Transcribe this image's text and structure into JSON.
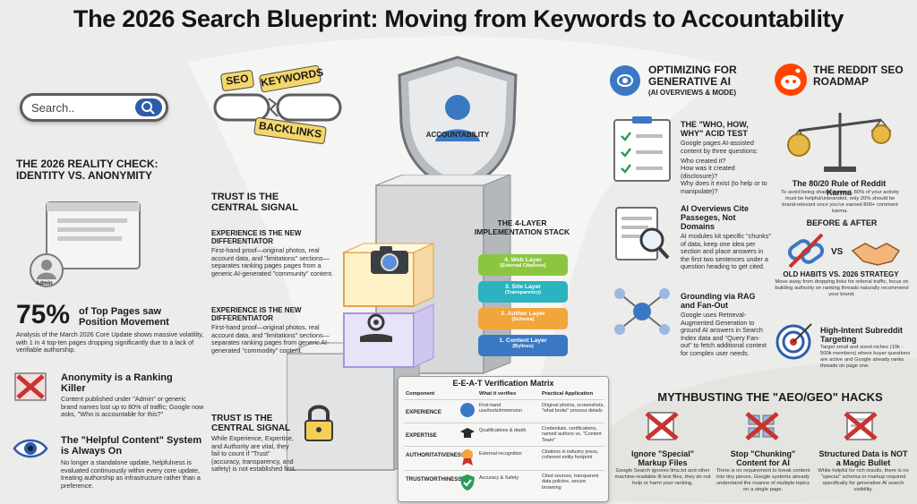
{
  "title": "The 2026 Search Blueprint: Moving from Keywords to Accountability",
  "search": {
    "placeholder": "Search.."
  },
  "tags": {
    "seo": "SEO",
    "keywords": "KEYWORDS",
    "backlinks": "BACKLINKS"
  },
  "shield": {
    "label": "ACCOUNTABILITY"
  },
  "reality": {
    "heading": "THE 2026 REALITY CHECK: IDENTITY VS. ANONYMITY",
    "admin": "Admin"
  },
  "stat": {
    "percent": "75%",
    "label": "of Top Pages saw Position Movement",
    "body": "Analysis of the March 2026 Core Update shows massive volatility, with 1 in 4 top-ten pages dropping significantly due to a lack of verifiable authorship."
  },
  "anonymity": {
    "heading": "Anonymity is a Ranking Killer",
    "body": "Content published under \"Admin\" or generic brand names lost up to 80% of traffic; Google now asks, \"Who is accountable for this?\""
  },
  "helpful": {
    "heading": "The \"Helpful Content\" System is Always On",
    "body": "No longer a standalone update, helpfulness is evaluated continuously within every core update, treating authorship as infrastructure rather than a preference."
  },
  "trust_top": {
    "heading": "TRUST IS THE CENTRAL SIGNAL"
  },
  "exp1": {
    "heading": "EXPERIENCE IS THE NEW DIFFERENTIATOR",
    "body": "First-hand proof—original photos, real account data, and \"limitations\" sections—separates ranking pages pages from a generic AI-generated \"community\" content."
  },
  "exp2": {
    "heading": "EXPERIENCE IS THE NEW DIFFERENTIATOR",
    "body": "First-hand proof—original photos, real account data, and \"limitations\" sections—separates ranking pages from generic AI-generated \"commodity\" content."
  },
  "trust_bottom": {
    "heading": "TRUST IS THE CENTRAL SIGNAL",
    "body": "While Experience, Expertise, and Authority are vital, they fail to count if \"Trust\" (accuracy, transparency, and safety) is not established first."
  },
  "stack": {
    "heading": "THE 4-LAYER IMPLEMENTATION STACK",
    "layers": [
      {
        "name": "4. Web Layer",
        "sub": "(External Citations)"
      },
      {
        "name": "3. Site Layer",
        "sub": "(Transparency)"
      },
      {
        "name": "2. Author Layer",
        "sub": "(Schema)"
      },
      {
        "name": "1. Content Layer",
        "sub": "(Bylines)"
      }
    ]
  },
  "matrix": {
    "heading": "E-E-A-T Verification Matrix",
    "columns": [
      "Component",
      "What it verifies",
      "Practical Application"
    ],
    "rows": [
      {
        "name": "EXPERIENCE",
        "verifies": "First-hand use/tools/immersion",
        "app": "Original photos, screenshots, \"what broke\" process details"
      },
      {
        "name": "EXPERTISE",
        "verifies": "Qualifications & depth",
        "app": "Credentials, certifications, named authors vs. \"Content Team\""
      },
      {
        "name": "AUTHORITATIVENESS",
        "verifies": "External recognition",
        "app": "Citations in industry press, coherent entity footprint"
      },
      {
        "name": "TRUSTWORTHINESS",
        "verifies": "Accuracy & Safety",
        "app": "Cited sources, transparent data policies, secure browsing"
      }
    ]
  },
  "gen_ai": {
    "heading": "OPTIMIZING FOR GENERATIVE AI",
    "sub": "(AI OVERVIEWS & MODE)"
  },
  "acid": {
    "heading": "THE \"WHO, HOW, WHY\" ACID TEST",
    "body": "Google pages AI-assisted content by three questions:",
    "q1": "Who created it?",
    "q2": "How was it created (disclosure)?",
    "q3": "Why does it exist (to help or to manipulate)?"
  },
  "cite": {
    "heading": "AI Overviews Cite Passeges, Not Domains",
    "body": "AI modules kit specific \"chunks\" of data, keep one idea per section and place answers in the first two sentences under a question heading to get cited."
  },
  "grounding": {
    "heading": "Grounding via RAG and Fan-Out",
    "body": "Google uses Retrieval-Augmented Generation to ground AI answers in Search Index data and \"Query Fan-out\" to fetch additional context for complex user needs."
  },
  "reddit": {
    "heading": "THE REDDIT SEO ROADMAP"
  },
  "karma": {
    "heading": "The 80/20 Rule of Reddit Karma",
    "body": "To avoid being shadowbanned, 80% of your activity must be helpful/unbranded, only 20% should be brand-relevant once you've earned 800+ comment karma."
  },
  "before_after": {
    "heading": "BEFORE & AFTER",
    "vs": "VS"
  },
  "habits": {
    "heading": "OLD HABITS VS. 2026 STRATEGY",
    "body": "Move away from dropping links for referral traffic, focus on building authority on ranking threads naturally recommend your brand."
  },
  "intent": {
    "heading": "High-Intent Subreddit Targeting",
    "body": "Target small and sized niches (10k - 500k members) where buyer questions are active and Google already ranks threads on page one."
  },
  "myth": {
    "heading": "MYTHBUSTING THE \"AEO/GEO\" HACKS",
    "items": [
      {
        "title": "Ignore \"Special\" Markup Files",
        "body": "Google Search ignores llms.txt and other machine-readable llt text files, they do not help or harm your ranking."
      },
      {
        "title": "Stop \"Chunking\" Content for AI",
        "body": "There is no requirement to break content into tiny pieces, Google systems already understand the nuance of multiple topics on a single page."
      },
      {
        "title": "Structured Data is NOT a Magic Bullet",
        "body": "While helpful for rich results, there is no \"special\" schema or markup required specifically for generative AI search visibility."
      }
    ]
  },
  "colors": {
    "accent_blue": "#2d5da9",
    "reddit_orange": "#ff4500",
    "red_x": "#c8342f",
    "tag_yellow": "#f4d66a"
  }
}
